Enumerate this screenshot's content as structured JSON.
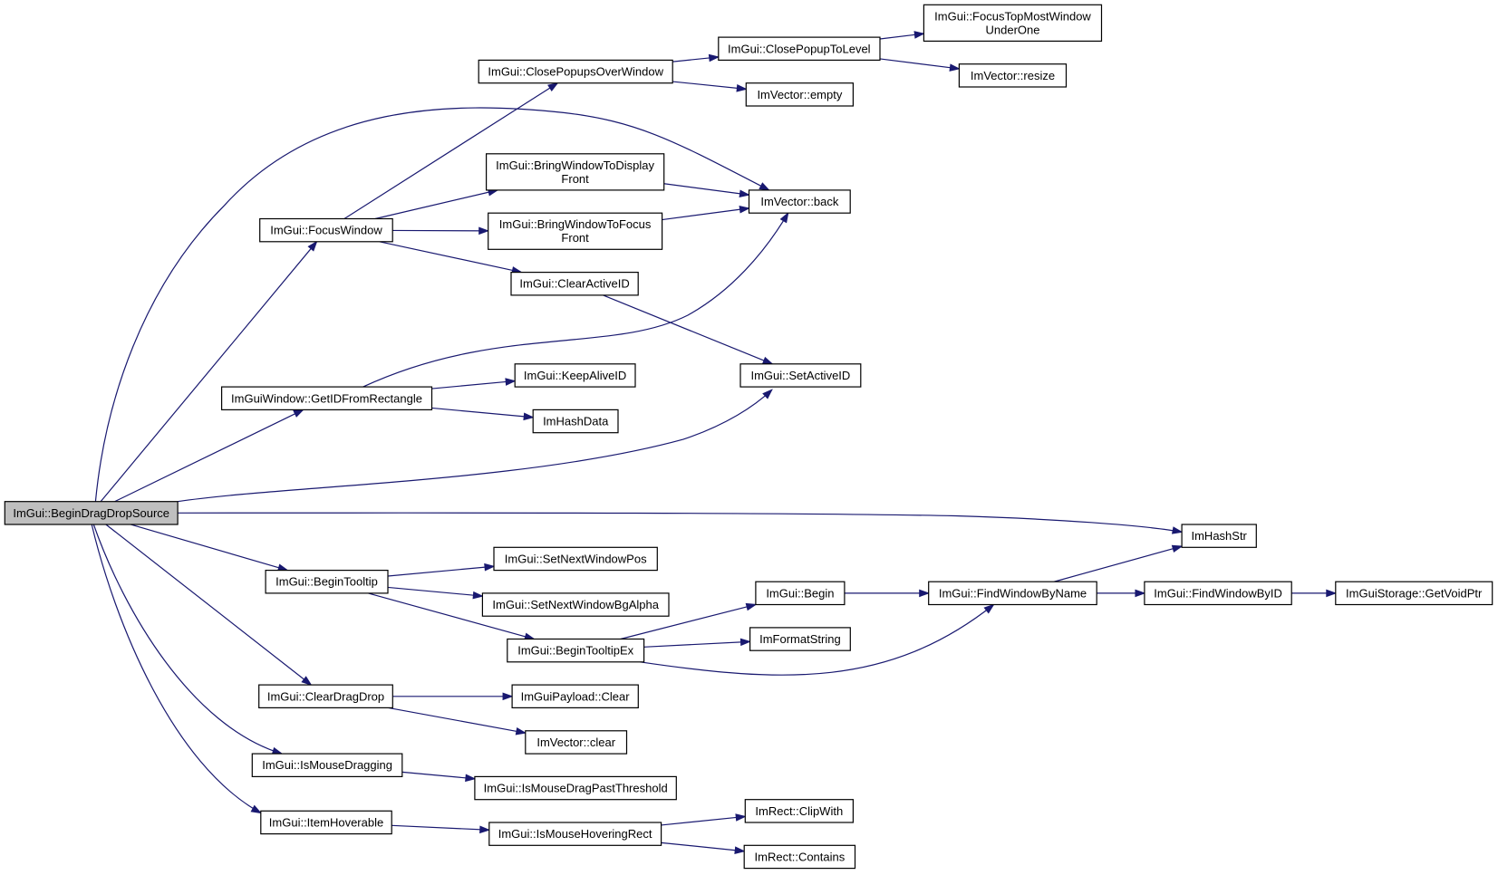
{
  "diagram": {
    "type": "call-graph",
    "root": "ImGui::BeginDragDropSource",
    "nodes": [
      {
        "id": "root",
        "lines": [
          "ImGui::BeginDragDropSource"
        ],
        "root": true
      },
      {
        "id": "closePopupsOverWindow",
        "lines": [
          "ImGui::ClosePopupsOverWindow"
        ]
      },
      {
        "id": "closePopupToLevel",
        "lines": [
          "ImGui::ClosePopupToLevel"
        ]
      },
      {
        "id": "focusTopMost",
        "lines": [
          "ImGui::FocusTopMostWindow",
          "UnderOne"
        ]
      },
      {
        "id": "vecResize",
        "lines": [
          "ImVector::resize"
        ]
      },
      {
        "id": "vecEmpty",
        "lines": [
          "ImVector::empty"
        ]
      },
      {
        "id": "bringDisplayFront",
        "lines": [
          "ImGui::BringWindowToDisplay",
          "Front"
        ]
      },
      {
        "id": "bringFocusFront",
        "lines": [
          "ImGui::BringWindowToFocus",
          "Front"
        ]
      },
      {
        "id": "vecBack",
        "lines": [
          "ImVector::back"
        ]
      },
      {
        "id": "focusWindow",
        "lines": [
          "ImGui::FocusWindow"
        ]
      },
      {
        "id": "clearActiveID",
        "lines": [
          "ImGui::ClearActiveID"
        ]
      },
      {
        "id": "setActiveID",
        "lines": [
          "ImGui::SetActiveID"
        ]
      },
      {
        "id": "getIDFromRect",
        "lines": [
          "ImGuiWindow::GetIDFromRectangle"
        ]
      },
      {
        "id": "keepAliveID",
        "lines": [
          "ImGui::KeepAliveID"
        ]
      },
      {
        "id": "hashData",
        "lines": [
          "ImHashData"
        ]
      },
      {
        "id": "hashStr",
        "lines": [
          "ImHashStr"
        ]
      },
      {
        "id": "beginTooltip",
        "lines": [
          "ImGui::BeginTooltip"
        ]
      },
      {
        "id": "setNextWindowPos",
        "lines": [
          "ImGui::SetNextWindowPos"
        ]
      },
      {
        "id": "setNextWindowBgAlpha",
        "lines": [
          "ImGui::SetNextWindowBgAlpha"
        ]
      },
      {
        "id": "beginTooltipEx",
        "lines": [
          "ImGui::BeginTooltipEx"
        ]
      },
      {
        "id": "begin",
        "lines": [
          "ImGui::Begin"
        ]
      },
      {
        "id": "formatString",
        "lines": [
          "ImFormatString"
        ]
      },
      {
        "id": "findWindowByName",
        "lines": [
          "ImGui::FindWindowByName"
        ]
      },
      {
        "id": "findWindowByID",
        "lines": [
          "ImGui::FindWindowByID"
        ]
      },
      {
        "id": "getVoidPtr",
        "lines": [
          "ImGuiStorage::GetVoidPtr"
        ]
      },
      {
        "id": "clearDragDrop",
        "lines": [
          "ImGui::ClearDragDrop"
        ]
      },
      {
        "id": "payloadClear",
        "lines": [
          "ImGuiPayload::Clear"
        ]
      },
      {
        "id": "vecClear",
        "lines": [
          "ImVector::clear"
        ]
      },
      {
        "id": "isMouseDragging",
        "lines": [
          "ImGui::IsMouseDragging"
        ]
      },
      {
        "id": "isMouseDragPast",
        "lines": [
          "ImGui::IsMouseDragPastThreshold"
        ]
      },
      {
        "id": "itemHoverable",
        "lines": [
          "ImGui::ItemHoverable"
        ]
      },
      {
        "id": "isMouseHoveringRect",
        "lines": [
          "ImGui::IsMouseHoveringRect"
        ]
      },
      {
        "id": "rectClipWith",
        "lines": [
          "ImRect::ClipWith"
        ]
      },
      {
        "id": "rectContains",
        "lines": [
          "ImRect::Contains"
        ]
      }
    ],
    "edges": [
      {
        "from": "root",
        "to": "vecBack"
      },
      {
        "from": "root",
        "to": "focusWindow"
      },
      {
        "from": "root",
        "to": "getIDFromRect"
      },
      {
        "from": "root",
        "to": "setActiveID"
      },
      {
        "from": "root",
        "to": "hashStr"
      },
      {
        "from": "root",
        "to": "beginTooltip"
      },
      {
        "from": "root",
        "to": "clearDragDrop"
      },
      {
        "from": "root",
        "to": "isMouseDragging"
      },
      {
        "from": "root",
        "to": "itemHoverable"
      },
      {
        "from": "focusWindow",
        "to": "closePopupsOverWindow"
      },
      {
        "from": "focusWindow",
        "to": "bringDisplayFront"
      },
      {
        "from": "focusWindow",
        "to": "bringFocusFront"
      },
      {
        "from": "focusWindow",
        "to": "clearActiveID"
      },
      {
        "from": "closePopupsOverWindow",
        "to": "closePopupToLevel"
      },
      {
        "from": "closePopupsOverWindow",
        "to": "vecEmpty"
      },
      {
        "from": "closePopupToLevel",
        "to": "focusTopMost"
      },
      {
        "from": "closePopupToLevel",
        "to": "vecResize"
      },
      {
        "from": "bringDisplayFront",
        "to": "vecBack"
      },
      {
        "from": "bringFocusFront",
        "to": "vecBack"
      },
      {
        "from": "clearActiveID",
        "to": "setActiveID"
      },
      {
        "from": "getIDFromRect",
        "to": "vecBack"
      },
      {
        "from": "getIDFromRect",
        "to": "keepAliveID"
      },
      {
        "from": "getIDFromRect",
        "to": "hashData"
      },
      {
        "from": "beginTooltip",
        "to": "setNextWindowPos"
      },
      {
        "from": "beginTooltip",
        "to": "setNextWindowBgAlpha"
      },
      {
        "from": "beginTooltip",
        "to": "beginTooltipEx"
      },
      {
        "from": "beginTooltipEx",
        "to": "begin"
      },
      {
        "from": "beginTooltipEx",
        "to": "formatString"
      },
      {
        "from": "beginTooltipEx",
        "to": "findWindowByName"
      },
      {
        "from": "begin",
        "to": "findWindowByName"
      },
      {
        "from": "findWindowByName",
        "to": "hashStr"
      },
      {
        "from": "findWindowByName",
        "to": "findWindowByID"
      },
      {
        "from": "findWindowByID",
        "to": "getVoidPtr"
      },
      {
        "from": "clearDragDrop",
        "to": "payloadClear"
      },
      {
        "from": "clearDragDrop",
        "to": "vecClear"
      },
      {
        "from": "isMouseDragging",
        "to": "isMouseDragPast"
      },
      {
        "from": "itemHoverable",
        "to": "isMouseHoveringRect"
      },
      {
        "from": "isMouseHoveringRect",
        "to": "rectClipWith"
      },
      {
        "from": "isMouseHoveringRect",
        "to": "rectContains"
      }
    ]
  },
  "colors": {
    "edge": "#191970",
    "node_border": "#000000",
    "node_fill": "#ffffff",
    "root_fill": "#bfbfbf",
    "background": "#ffffff"
  }
}
